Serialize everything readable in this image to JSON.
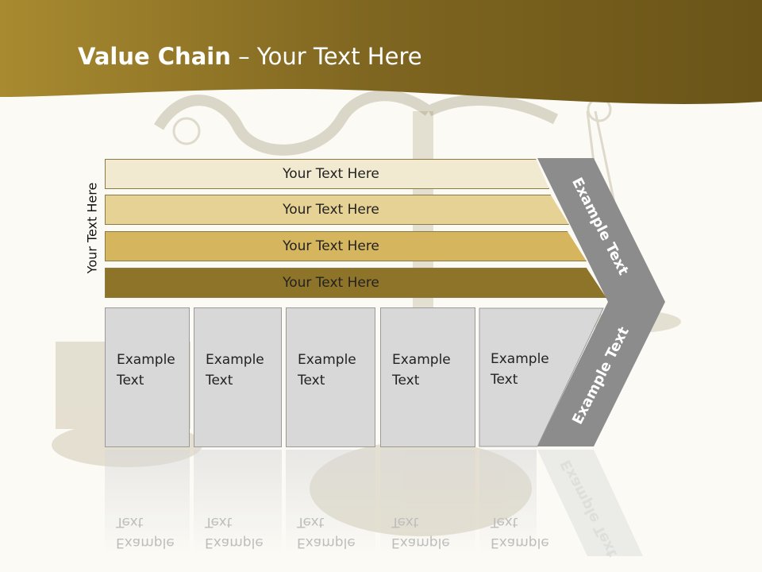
{
  "title": {
    "bold": "Value Chain",
    "rest": " – Your Text Here"
  },
  "side_label": "Your Text Here",
  "bars": [
    {
      "label": "Your Text Here",
      "color": "#f2ead0"
    },
    {
      "label": "Your Text Here",
      "color": "#e7d295"
    },
    {
      "label": "Your Text Here",
      "color": "#d5b65f"
    },
    {
      "label": "Your Text Here",
      "color": "#8e7429"
    }
  ],
  "columns": [
    {
      "line1": "Example",
      "line2": "Text"
    },
    {
      "line1": "Example",
      "line2": "Text"
    },
    {
      "line1": "Example",
      "line2": "Text"
    },
    {
      "line1": "Example",
      "line2": "Text"
    },
    {
      "line1": "Example",
      "line2": "Text"
    }
  ],
  "chevron": {
    "upper": "Example Text",
    "lower": "Example Text",
    "color": "#8c8c8c"
  },
  "colors": {
    "header": "#7e6520",
    "accent_gold": "#a88a30"
  }
}
